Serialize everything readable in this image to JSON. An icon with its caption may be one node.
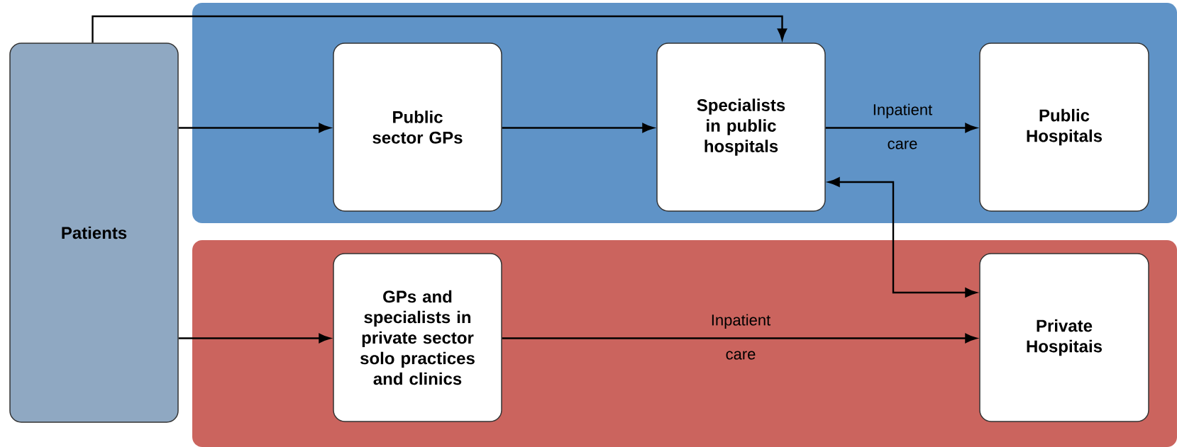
{
  "diagram": {
    "nodes": [
      {
        "text": [
          "Patients"
        ]
      },
      {
        "text": [],
        "shape": "box"
      },
      {
        "text": [
          "Public sector GPs"
        ],
        "in": 1
      },
      {
        "text": [
          "Specialists in public hospitals"
        ],
        "in": 1
      },
      {
        "text": [
          "Public Hospitals"
        ],
        "in": 1
      },
      {
        "text": [],
        "shape": "box"
      },
      {
        "text": [
          "GPs and specialists in private sector solo practices and clinics"
        ],
        "in": 5
      },
      {
        "text": [
          "Private Hospitais"
        ],
        "in": 5
      }
    ],
    "edges": [
      {
        "from": 0,
        "to": 2,
        "arrow": "to"
      },
      {
        "from": 2,
        "to": 3,
        "arrow": "to"
      },
      {
        "from": 3,
        "to": 4,
        "arrow": "to",
        "label": "Inpatient care"
      },
      {
        "from": 0,
        "to": 3,
        "arrow": "to"
      },
      {
        "from": 3,
        "to": 7,
        "arrow": "both"
      },
      {
        "from": 0,
        "to": 6,
        "arrow": "to"
      },
      {
        "from": 6,
        "to": 7,
        "arrow": "to",
        "label": "Inpatient care"
      }
    ]
  }
}
